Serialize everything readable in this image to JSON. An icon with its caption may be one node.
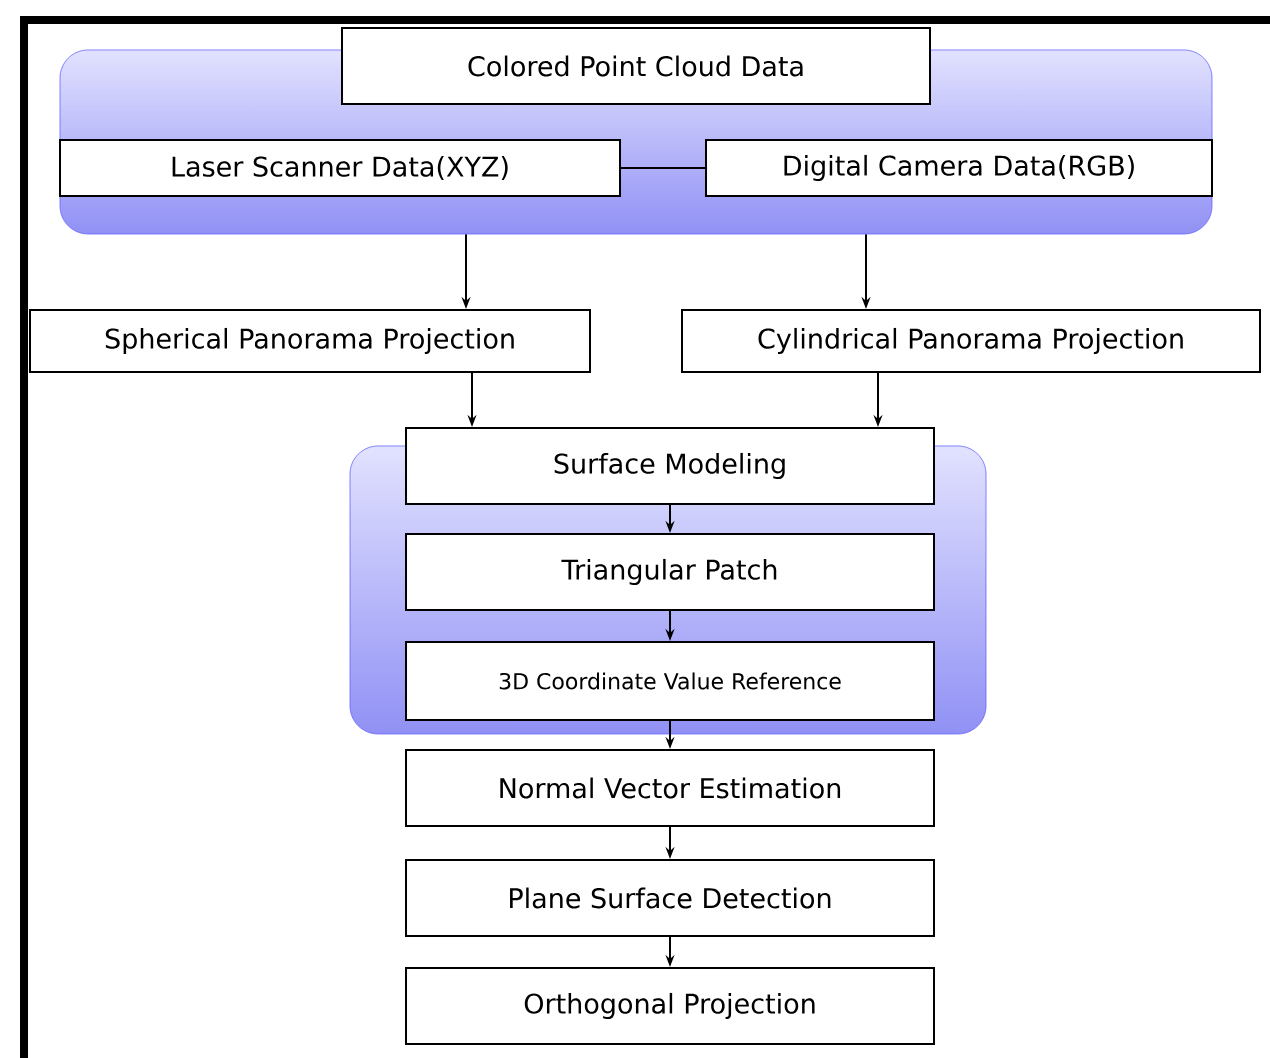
{
  "diagram": {
    "nodes": [
      {
        "text": [],
        "shape": "box"
      },
      {
        "text": [
          "Colored Point Cloud Data"
        ]
      },
      {
        "text": [
          "Laser Scanner Data(XYZ)"
        ],
        "in": 0
      },
      {
        "text": [
          "Digital Camera Data(RGB)"
        ],
        "in": 0
      },
      {
        "text": [
          "Spherical Panorama Projection"
        ]
      },
      {
        "text": [
          "Cylindrical Panorama Projection"
        ]
      },
      {
        "text": [],
        "shape": "box"
      },
      {
        "text": [
          "Surface Modeling"
        ]
      },
      {
        "text": [
          "Triangular Patch"
        ],
        "in": 6
      },
      {
        "text": [
          "3D Coordinate Value Reference"
        ],
        "in": 6
      },
      {
        "text": [
          "Normal Vector Estimation"
        ]
      },
      {
        "text": [
          "Plane Surface Detection"
        ]
      },
      {
        "text": [
          "Orthogonal Projection"
        ]
      }
    ],
    "edges": [
      {
        "from": 2,
        "to": 3,
        "arrow": "none"
      },
      {
        "from": 0,
        "to": 4,
        "arrow": "to"
      },
      {
        "from": 0,
        "to": 5,
        "arrow": "to"
      },
      {
        "from": 4,
        "to": 7,
        "arrow": "to"
      },
      {
        "from": 5,
        "to": 7,
        "arrow": "to"
      },
      {
        "from": 7,
        "to": 8,
        "arrow": "to"
      },
      {
        "from": 8,
        "to": 9,
        "arrow": "to"
      },
      {
        "from": 9,
        "to": 10,
        "arrow": "to"
      },
      {
        "from": 10,
        "to": 11,
        "arrow": "to"
      },
      {
        "from": 11,
        "to": 12,
        "arrow": "to"
      }
    ]
  }
}
